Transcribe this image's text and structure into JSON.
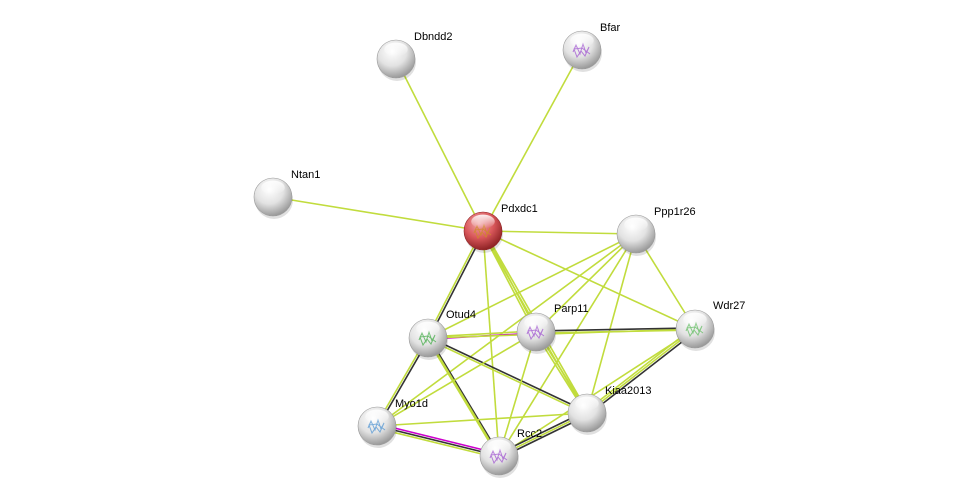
{
  "network": {
    "colors": {
      "textmining": "#c1dc3d",
      "coexpression": "#333333",
      "experiments": "#cc00cc",
      "query_node": "#d9383a",
      "node": "#e6e6e6"
    },
    "nodes": [
      {
        "id": "Dbndd2",
        "label": "Dbndd2",
        "query": false,
        "structure": false
      },
      {
        "id": "Bfar",
        "label": "Bfar",
        "query": false,
        "structure": true,
        "structure_color": "#a55fd2"
      },
      {
        "id": "Ntan1",
        "label": "Ntan1",
        "query": false,
        "structure": false
      },
      {
        "id": "Pdxdc1",
        "label": "Pdxdc1",
        "query": true,
        "structure": true,
        "structure_color": "#d08a2a"
      },
      {
        "id": "Ppp1r26",
        "label": "Ppp1r26",
        "query": false,
        "structure": false
      },
      {
        "id": "Otud4",
        "label": "Otud4",
        "query": false,
        "structure": true,
        "structure_color": "#4caf50"
      },
      {
        "id": "Parp11",
        "label": "Parp11",
        "query": false,
        "structure": true,
        "structure_color": "#a55fd2"
      },
      {
        "id": "Wdr27",
        "label": "Wdr27",
        "query": false,
        "structure": true,
        "structure_color": "#6abf69"
      },
      {
        "id": "Kiaa2013",
        "label": "Kiaa2013",
        "query": false,
        "structure": false
      },
      {
        "id": "Myo1d",
        "label": "Myo1d",
        "query": false,
        "structure": true,
        "structure_color": "#5b9bd5"
      },
      {
        "id": "Rcc2",
        "label": "Rcc2",
        "query": false,
        "structure": true,
        "structure_color": "#a55fd2"
      }
    ],
    "edges": [
      {
        "source": "Pdxdc1",
        "target": "Dbndd2",
        "types": [
          "textmining"
        ]
      },
      {
        "source": "Pdxdc1",
        "target": "Bfar",
        "types": [
          "textmining"
        ]
      },
      {
        "source": "Pdxdc1",
        "target": "Ntan1",
        "types": [
          "textmining"
        ]
      },
      {
        "source": "Pdxdc1",
        "target": "Ppp1r26",
        "types": [
          "textmining"
        ]
      },
      {
        "source": "Pdxdc1",
        "target": "Otud4",
        "types": [
          "coexpression",
          "textmining"
        ]
      },
      {
        "source": "Pdxdc1",
        "target": "Parp11",
        "types": [
          "textmining",
          "textmining"
        ]
      },
      {
        "source": "Pdxdc1",
        "target": "Kiaa2013",
        "types": [
          "textmining",
          "textmining"
        ]
      },
      {
        "source": "Pdxdc1",
        "target": "Rcc2",
        "types": [
          "textmining"
        ]
      },
      {
        "source": "Pdxdc1",
        "target": "Wdr27",
        "types": [
          "textmining"
        ]
      },
      {
        "source": "Ppp1r26",
        "target": "Otud4",
        "types": [
          "textmining"
        ]
      },
      {
        "source": "Ppp1r26",
        "target": "Parp11",
        "types": [
          "textmining"
        ]
      },
      {
        "source": "Ppp1r26",
        "target": "Wdr27",
        "types": [
          "textmining"
        ]
      },
      {
        "source": "Ppp1r26",
        "target": "Kiaa2013",
        "types": [
          "textmining"
        ]
      },
      {
        "source": "Ppp1r26",
        "target": "Rcc2",
        "types": [
          "textmining"
        ]
      },
      {
        "source": "Ppp1r26",
        "target": "Myo1d",
        "types": [
          "textmining"
        ]
      },
      {
        "source": "Otud4",
        "target": "Parp11",
        "types": [
          "textmining",
          "experiments"
        ]
      },
      {
        "source": "Otud4",
        "target": "Wdr27",
        "types": [
          "textmining"
        ]
      },
      {
        "source": "Otud4",
        "target": "Kiaa2013",
        "types": [
          "coexpression",
          "textmining"
        ]
      },
      {
        "source": "Otud4",
        "target": "Myo1d",
        "types": [
          "coexpression",
          "textmining"
        ]
      },
      {
        "source": "Otud4",
        "target": "Rcc2",
        "types": [
          "coexpression",
          "textmining"
        ]
      },
      {
        "source": "Parp11",
        "target": "Wdr27",
        "types": [
          "coexpression",
          "textmining"
        ]
      },
      {
        "source": "Parp11",
        "target": "Kiaa2013",
        "types": [
          "textmining",
          "textmining"
        ]
      },
      {
        "source": "Parp11",
        "target": "Rcc2",
        "types": [
          "textmining"
        ]
      },
      {
        "source": "Parp11",
        "target": "Myo1d",
        "types": [
          "textmining"
        ]
      },
      {
        "source": "Wdr27",
        "target": "Kiaa2013",
        "types": [
          "coexpression",
          "textmining",
          "textmining"
        ]
      },
      {
        "source": "Wdr27",
        "target": "Rcc2",
        "types": [
          "textmining"
        ]
      },
      {
        "source": "Kiaa2013",
        "target": "Rcc2",
        "types": [
          "coexpression",
          "textmining",
          "coexpression"
        ]
      },
      {
        "source": "Kiaa2013",
        "target": "Myo1d",
        "types": [
          "textmining"
        ]
      },
      {
        "source": "Myo1d",
        "target": "Rcc2",
        "types": [
          "experiments",
          "coexpression",
          "textmining"
        ]
      },
      {
        "source": "Otud4",
        "target": "Rcc2",
        "types": [
          "textmining"
        ]
      }
    ]
  }
}
